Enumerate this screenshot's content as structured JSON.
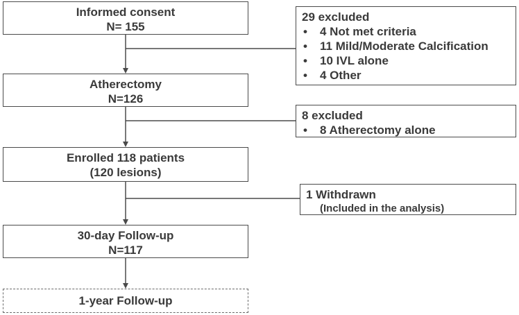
{
  "flow": {
    "consent": {
      "line1": "Informed consent",
      "line2": "N= 155"
    },
    "atherectomy": {
      "line1": "Atherectomy",
      "line2": "N=126"
    },
    "enrolled": {
      "line1": "Enrolled 118 patients",
      "line2": "(120 lesions)"
    },
    "followup30": {
      "line1": "30-day Follow-up",
      "line2": "N=117"
    },
    "followup1y": {
      "line1": "1-year Follow-up"
    }
  },
  "exclusions": {
    "first": {
      "title": "29 excluded",
      "bullet": "•",
      "items": [
        "4 Not met criteria",
        "11 Mild/Moderate Calcification",
        "10 IVL alone",
        "4 Other"
      ]
    },
    "second": {
      "title": "8 excluded",
      "bullet": "•",
      "items": [
        "8 Atherectomy alone"
      ]
    },
    "withdrawn": {
      "title": "1 Withdrawn",
      "note": "(Included in the analysis)"
    }
  },
  "colors": {
    "line": "#4a4a4a",
    "text": "#3a3a3a",
    "dashed_border": "#6a6a6a"
  }
}
